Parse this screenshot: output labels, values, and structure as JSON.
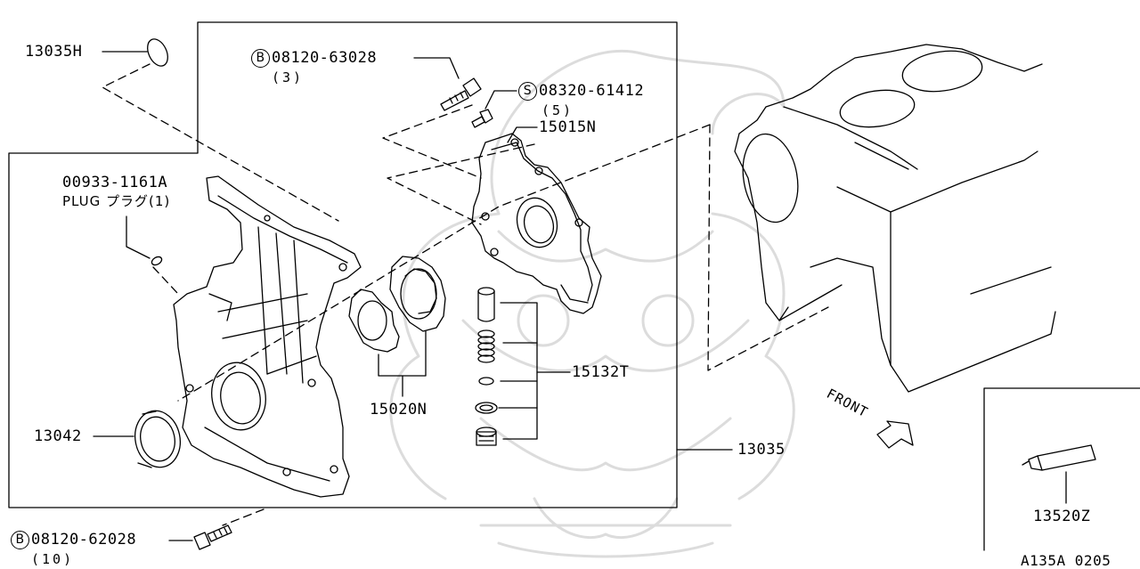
{
  "colors": {
    "line": "#000000",
    "watermark": "#d8d8d8"
  },
  "callouts": {
    "p13035H": "13035H",
    "bolt_top": {
      "symbol": "B",
      "number": "08120-63028",
      "qty": "(3)"
    },
    "screw": {
      "symbol": "S",
      "number": "08320-61412",
      "qty": "(5)"
    },
    "p15015N": "15015N",
    "plug": {
      "number": "00933-1161A",
      "label": "PLUG プラグ(1)"
    },
    "p13042": "13042",
    "p15020N": "15020N",
    "p15132T": "15132T",
    "p13035": "13035",
    "bolt_bottom": {
      "symbol": "B",
      "number": "08120-62028",
      "qty": "(10)"
    },
    "p13520Z": "13520Z",
    "front": "FRONT",
    "diagram_code": "A135A 0205"
  }
}
